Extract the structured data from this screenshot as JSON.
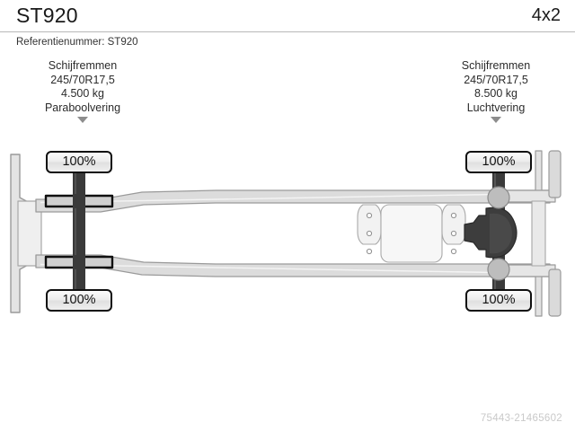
{
  "header": {
    "title": "ST920",
    "configuration": "4x2",
    "subtitle": "Referentienummer: ST920"
  },
  "axles": {
    "front": {
      "name": "front-axle",
      "brakes": "Schijfremmen",
      "tyre_size": "245/70R17,5",
      "weight": "4.500 kg",
      "suspension": "Paraboolvering",
      "arrow_icon": "chevron-down-icon",
      "tyres": {
        "left_label": "100%",
        "right_label": "100%"
      }
    },
    "rear": {
      "name": "rear-axle",
      "brakes": "Schijfremmen",
      "tyre_size": "245/70R17,5",
      "weight": "8.500 kg",
      "suspension": "Luchtvering",
      "arrow_icon": "chevron-down-icon",
      "tyres": {
        "left_label": "100%",
        "right_label": "100%"
      }
    }
  },
  "diagram": {
    "name": "truck-chassis-top-view-diagram",
    "description": "Top view schematic of a 4x2 truck chassis with front and rear axles",
    "colors": {
      "rail_fill": "#dcdcdc",
      "rail_stroke": "#9a9a9a",
      "axle_shaft": "#3a3a3a",
      "differential": "#3d3d3d",
      "airbag": "#c0c0c0",
      "leaf_spring_border": "#101010",
      "badge_border": "#101010",
      "background": "#ffffff"
    }
  },
  "watermark": {
    "text": "75443-21465602"
  }
}
